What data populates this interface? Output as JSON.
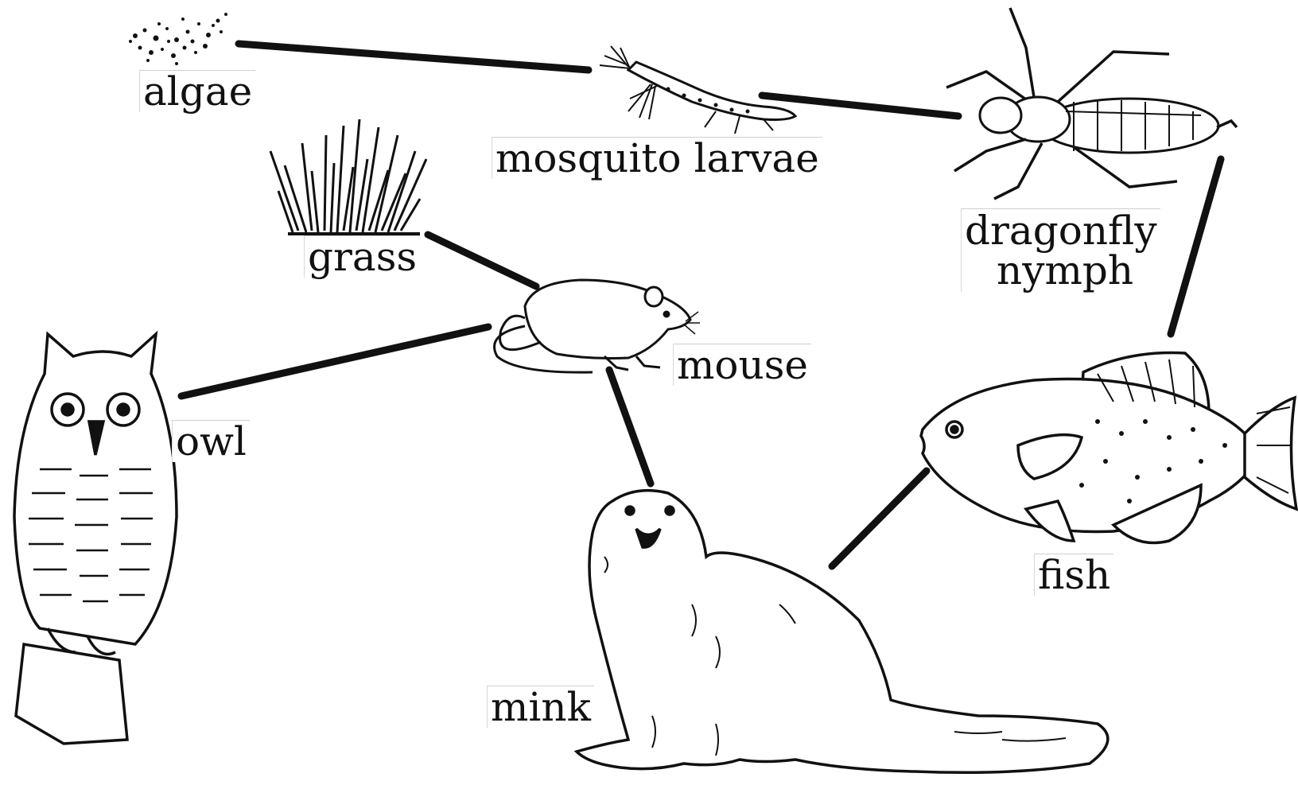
{
  "colors": {
    "ink": "#111111",
    "paper": "#ffffff"
  },
  "diagram": {
    "type": "food-web",
    "nodes": [
      {
        "id": "algae",
        "label": "algae"
      },
      {
        "id": "mosquito",
        "label": "mosquito larvae"
      },
      {
        "id": "dragonfly",
        "label_lines": [
          "dragonfly",
          "nymph"
        ]
      },
      {
        "id": "grass",
        "label": "grass"
      },
      {
        "id": "mouse",
        "label": "mouse"
      },
      {
        "id": "owl",
        "label": "owl"
      },
      {
        "id": "mink",
        "label": "mink"
      },
      {
        "id": "fish",
        "label": "fish"
      }
    ],
    "links": [
      {
        "from": "algae",
        "to": "mosquito"
      },
      {
        "from": "mosquito",
        "to": "dragonfly"
      },
      {
        "from": "dragonfly",
        "to": "fish"
      },
      {
        "from": "fish",
        "to": "mink"
      },
      {
        "from": "grass",
        "to": "mouse"
      },
      {
        "from": "mouse",
        "to": "owl"
      },
      {
        "from": "mouse",
        "to": "mink"
      }
    ]
  }
}
